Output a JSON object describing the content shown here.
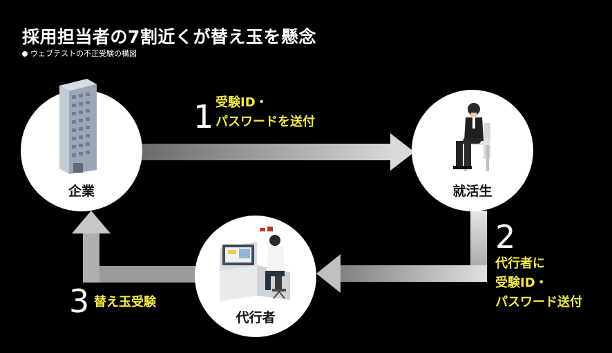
{
  "title": "採用担当者の7割近くが替え玉を懸念",
  "subtitle": "ウェブテストの不正受験の構図",
  "nodes": {
    "company": "企業",
    "job_seeker": "就活生",
    "proxy": "代行者"
  },
  "steps": [
    {
      "number": "1",
      "lines": [
        "受験ID・",
        "パスワードを送付"
      ]
    },
    {
      "number": "2",
      "lines": [
        "代行者に",
        "受験ID・",
        "パスワード送付"
      ]
    },
    {
      "number": "3",
      "lines": [
        "替え玉受験"
      ]
    }
  ],
  "colors": {
    "background": "#000000",
    "accent_yellow": "#f2e84d",
    "arrow_gray": "#c8c8c8",
    "circle_white": "#ffffff"
  },
  "icons": [
    "office-building-icon",
    "seated-businessman-icon",
    "person-at-desk-icon"
  ]
}
